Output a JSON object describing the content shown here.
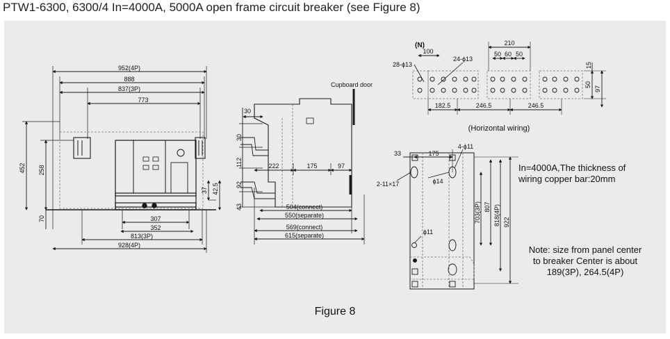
{
  "title": "PTW1-6300, 6300/4 In=4000A, 5000A open frame circuit breaker (see Figure 8)",
  "figure_caption": "Figure 8",
  "colors": {
    "panel": "#ebebeb",
    "line": "#1a1a1a",
    "dash": "#777777",
    "text": "#111111"
  },
  "front_view": {
    "dims_top": [
      "952(4P)",
      "888",
      "837(3P)",
      "773"
    ],
    "dims_left": [
      "452",
      "258",
      "70"
    ],
    "dims_right": [
      "37",
      "42.5"
    ],
    "dims_bottom": [
      "307",
      "352",
      "813(3P)",
      "928(4P)"
    ]
  },
  "side_view": {
    "cupboard_door": "Cupboard door",
    "dims_left": [
      "30",
      "30",
      "112",
      "92",
      "43"
    ],
    "dims_horizontal": [
      "222",
      "175",
      "97"
    ],
    "dims_bottom": [
      "504(connect)",
      "550(separate)",
      "569(connect)",
      "615(separate)"
    ]
  },
  "horizontal_wiring": {
    "caption": "(Horizontal wiring)",
    "labels": [
      "(N)",
      "100",
      "28-ϕ13",
      "24-ϕ13",
      "210",
      "50",
      "60",
      "50",
      "15",
      "50",
      "97",
      "182.5",
      "246.5",
      "246.5"
    ]
  },
  "cutout_view": {
    "labels": [
      "33",
      "175",
      "4-ϕ11",
      "2-11×17",
      "ϕ14",
      "ϕ11",
      "703(3P)",
      "807",
      "818(4P)",
      "922"
    ]
  },
  "notes": {
    "thickness_line1": "In=4000A,The thickness of",
    "thickness_line2": "wiring copper bar:20mm",
    "size_line1": "Note: size from panel center",
    "size_line2": "to breaker Center is about",
    "size_line3": "189(3P), 264.5(4P)"
  }
}
